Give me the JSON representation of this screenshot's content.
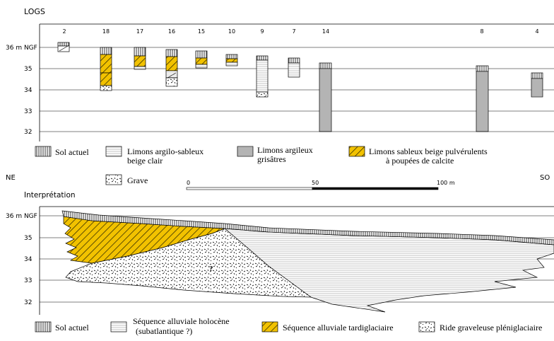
{
  "logs_section": {
    "title": "LOGS",
    "ref_label": "36 m NGF",
    "elevations": [
      "35",
      "34",
      "33",
      "32"
    ],
    "columns": [
      {
        "id": "2"
      },
      {
        "id": "18"
      },
      {
        "id": "17"
      },
      {
        "id": "16"
      },
      {
        "id": "15"
      },
      {
        "id": "10"
      },
      {
        "id": "9"
      },
      {
        "id": "7"
      },
      {
        "id": "14"
      },
      {
        "id": "8"
      },
      {
        "id": "4"
      }
    ]
  },
  "legend_top": {
    "sol": "Sol actuel",
    "limons_clair_1": "Limons argilo-sableux",
    "limons_clair_2": "beige clair",
    "limons_gris_1": "Limons argileux",
    "limons_gris_2": "grisâtres",
    "limons_sableux_1": "Limons sableux beige pulvérulents",
    "limons_sableux_2": "à poupées de calcite",
    "grave": "Grave"
  },
  "orientation": {
    "left": "NE",
    "right": "SO"
  },
  "scale_bar": {
    "start": "0",
    "mid": "50",
    "end": "100 m"
  },
  "interpretation": {
    "title": "Interprétation",
    "ref_label": "36 m NGF",
    "elevations": [
      "35",
      "34",
      "33",
      "32"
    ],
    "question_mark": "?"
  },
  "legend_bottom": {
    "sol": "Sol actuel",
    "holocene_1": "Séquence alluviale holocène",
    "holocene_2": "(subatlantique ?)",
    "tardiglaciaire": "Séquence alluviale tardiglaciaire",
    "pleniglaciaire": "Ride graveleuse pléniglaciaire"
  },
  "colors": {
    "yellow": "#f2c200",
    "line": "#000000",
    "grey_fill": "#e8e8e8"
  }
}
